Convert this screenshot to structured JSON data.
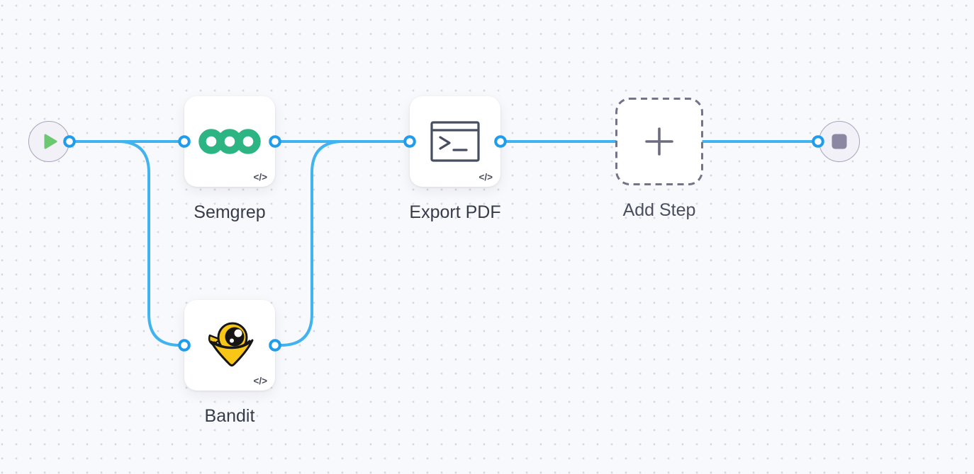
{
  "canvas": {
    "background_color": "#f8f9fc",
    "grid_dot_color": "#d6d7de",
    "edge_color": "#41b4ef",
    "port_ring_color": "#1f9ceb"
  },
  "nodes": {
    "start": {
      "kind": "start",
      "icon": "play-icon",
      "fill": "#f2f1f8",
      "icon_color": "#6cc870"
    },
    "semgrep": {
      "kind": "step",
      "label": "Semgrep",
      "icon": "semgrep-logo",
      "badge": "</>",
      "logo_color": "#2cb483"
    },
    "bandit": {
      "kind": "step",
      "label": "Bandit",
      "icon": "bandit-logo",
      "badge": "</>",
      "logo_color": "#f8c616"
    },
    "export_pdf": {
      "kind": "step",
      "label": "Export PDF",
      "icon": "terminal-icon",
      "badge": "</>",
      "icon_color": "#474e60"
    },
    "add_step": {
      "kind": "placeholder",
      "label": "Add Step",
      "icon": "plus-icon",
      "border_color": "#73738a"
    },
    "end": {
      "kind": "end",
      "icon": "stop-icon",
      "fill": "#f2f1f8",
      "icon_color": "#8b86a1"
    }
  },
  "edges": [
    {
      "from": "start",
      "to": "semgrep"
    },
    {
      "from": "start",
      "to": "bandit"
    },
    {
      "from": "semgrep",
      "to": "export_pdf"
    },
    {
      "from": "bandit",
      "to": "export_pdf"
    },
    {
      "from": "export_pdf",
      "to": "end"
    }
  ]
}
